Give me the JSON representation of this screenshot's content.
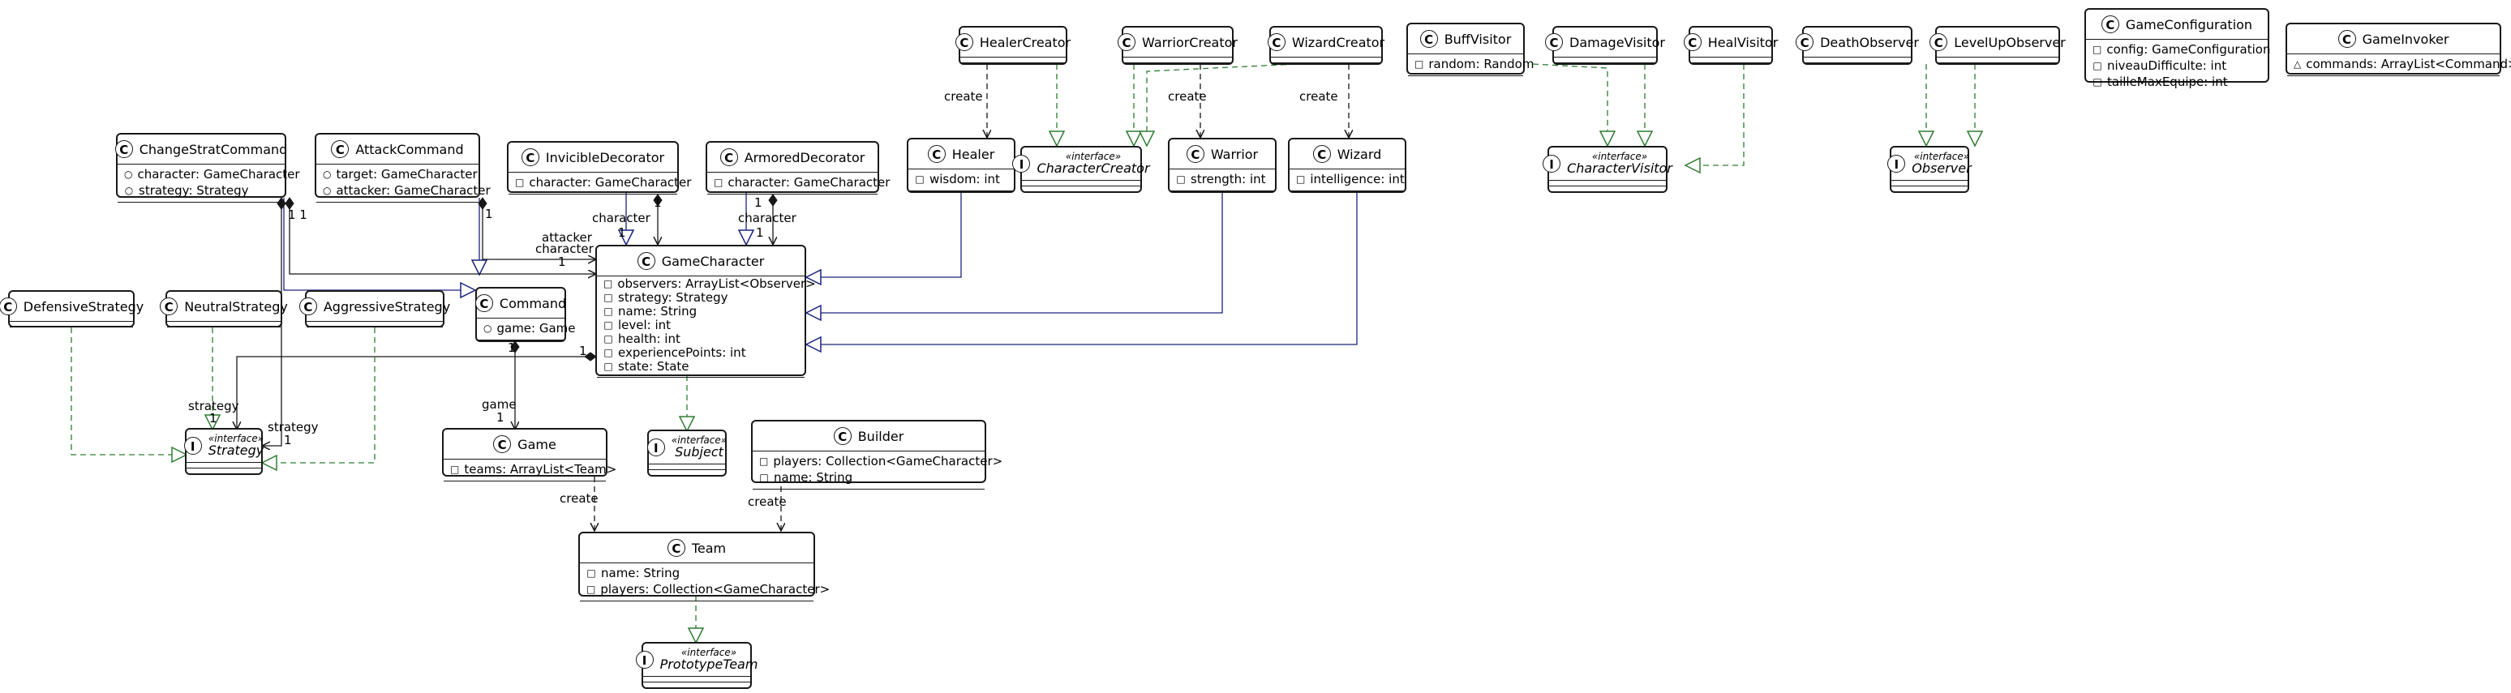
{
  "classes": {
    "change_strat_command": {
      "name": "ChangeStratCommand",
      "fields": [
        "character: GameCharacter",
        "strategy: Strategy"
      ]
    },
    "attack_command": {
      "name": "AttackCommand",
      "fields": [
        "target: GameCharacter",
        "attacker: GameCharacter"
      ]
    },
    "invincible_decorator": {
      "name": "InvicibleDecorator",
      "fields": [
        "character: GameCharacter"
      ]
    },
    "armored_decorator": {
      "name": "ArmoredDecorator",
      "fields": [
        "character: GameCharacter"
      ]
    },
    "healer_creator": {
      "name": "HealerCreator"
    },
    "warrior_creator": {
      "name": "WarriorCreator"
    },
    "wizard_creator": {
      "name": "WizardCreator"
    },
    "buff_visitor": {
      "name": "BuffVisitor",
      "fields": [
        "random: Random"
      ]
    },
    "damage_visitor": {
      "name": "DamageVisitor"
    },
    "heal_visitor": {
      "name": "HealVisitor"
    },
    "death_observer": {
      "name": "DeathObserver"
    },
    "levelup_observer": {
      "name": "LevelUpObserver"
    },
    "game_configuration": {
      "name": "GameConfiguration",
      "fields": [
        "config: GameConfiguration",
        "niveauDifficulte: int",
        "tailleMaxEquipe: int"
      ]
    },
    "game_invoker": {
      "name": "GameInvoker",
      "fields": [
        "commands: ArrayList<Command>"
      ]
    },
    "healer": {
      "name": "Healer",
      "fields": [
        "wisdom: int"
      ]
    },
    "warrior": {
      "name": "Warrior",
      "fields": [
        "strength: int"
      ]
    },
    "wizard": {
      "name": "Wizard",
      "fields": [
        "intelligence: int"
      ]
    },
    "game_character": {
      "name": "GameCharacter",
      "fields": [
        "observers: ArrayList<Observer>",
        "strategy: Strategy",
        "name: String",
        "level: int",
        "health: int",
        "experiencePoints: int",
        "state: State"
      ]
    },
    "command": {
      "name": "Command",
      "fields": [
        "game: Game"
      ]
    },
    "defensive_strategy": {
      "name": "DefensiveStrategy"
    },
    "neutral_strategy": {
      "name": "NeutralStrategy"
    },
    "aggressive_strategy": {
      "name": "AggressiveStrategy"
    },
    "game": {
      "name": "Game",
      "fields": [
        "teams: ArrayList<Team>"
      ]
    },
    "builder": {
      "name": "Builder",
      "fields": [
        "players: Collection<GameCharacter>",
        "name: String"
      ]
    },
    "team": {
      "name": "Team",
      "fields": [
        "name: String",
        "players: Collection<GameCharacter>"
      ]
    }
  },
  "interfaces": {
    "character_creator": {
      "stereotype": "«interface»",
      "name": "CharacterCreator"
    },
    "character_visitor": {
      "stereotype": "«interface»",
      "name": "CharacterVisitor"
    },
    "observer": {
      "stereotype": "«interface»",
      "name": "Observer"
    },
    "strategy": {
      "stereotype": "«interface»",
      "name": "Strategy"
    },
    "subject": {
      "stereotype": "«interface»",
      "name": "Subject"
    },
    "prototype_team": {
      "stereotype": "«interface»",
      "name": "PrototypeTeam"
    }
  },
  "badges": {
    "class": "C",
    "interface": "I"
  },
  "edge_labels": {
    "create": "create",
    "character": "character",
    "attacker": "attacker",
    "strategy": "strategy",
    "game": "game",
    "one": "1",
    "one_one": "1 1"
  },
  "colors": {
    "border": "#181818",
    "inheritance": "#1a237e",
    "realization": "#2e7d32",
    "association": "#181818"
  }
}
